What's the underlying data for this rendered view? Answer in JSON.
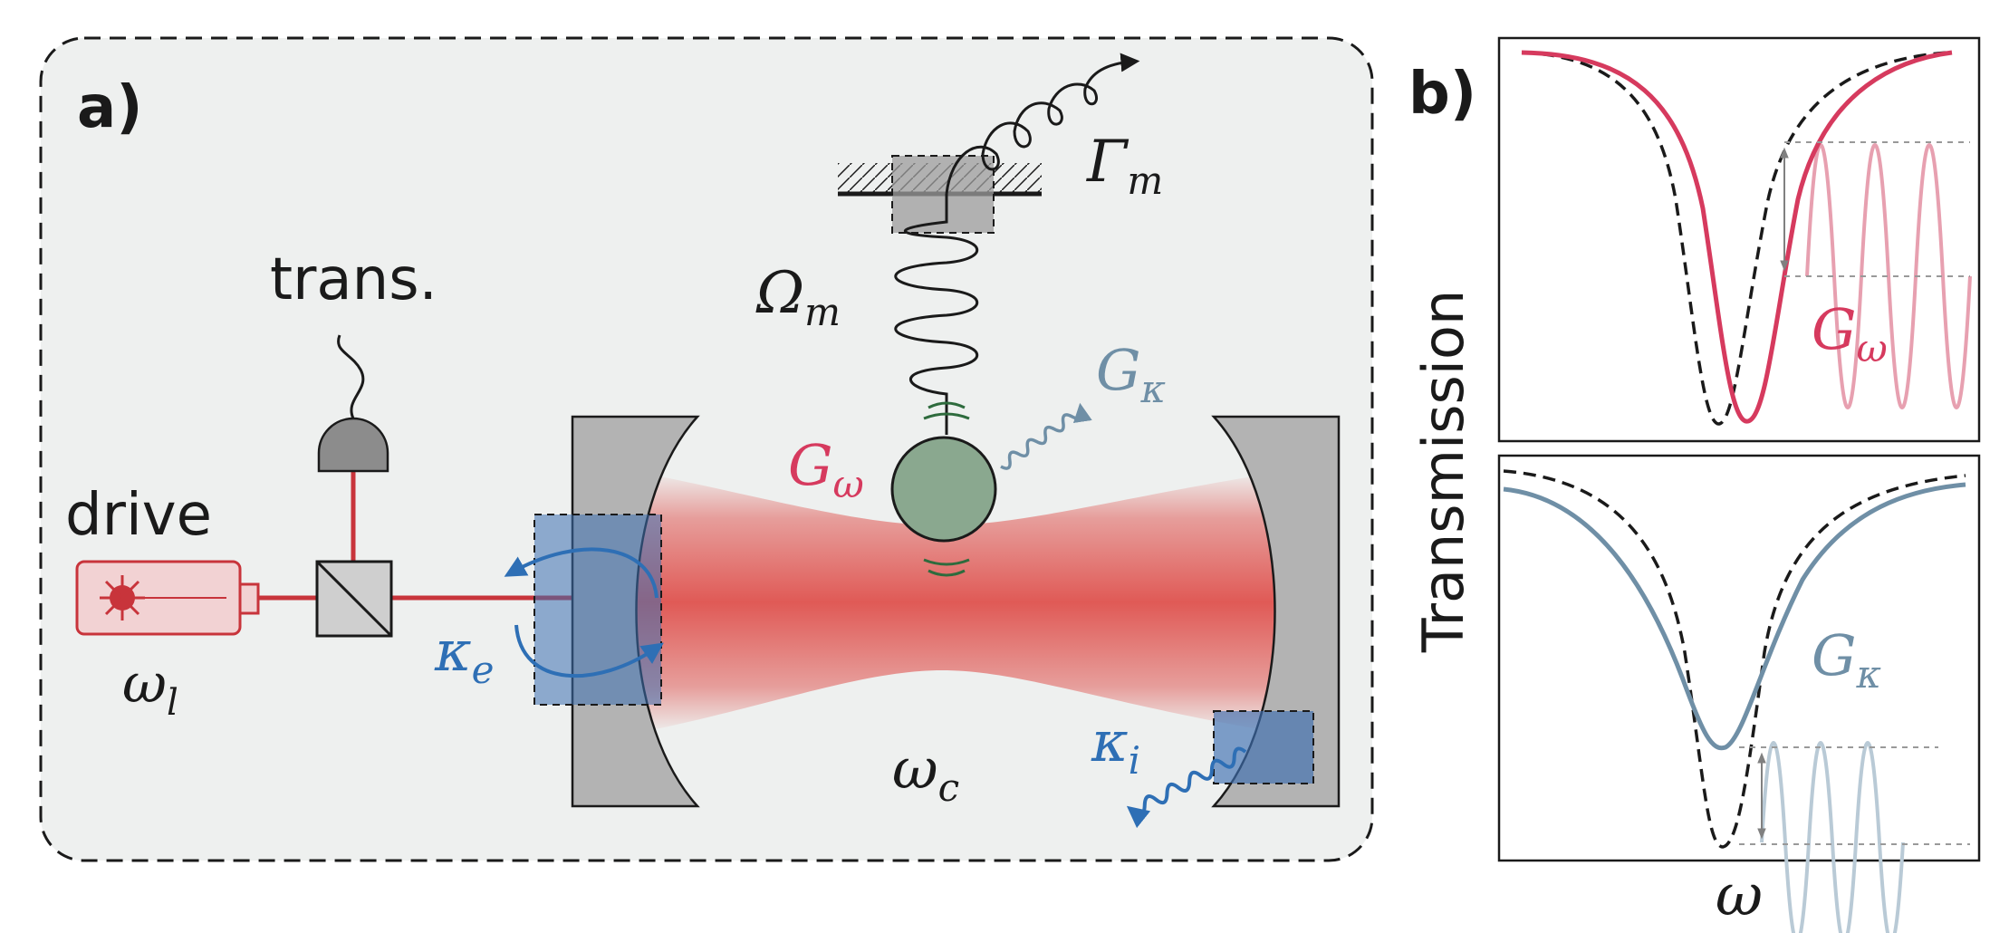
{
  "panel_a": {
    "label": "a)",
    "drive_label": "drive",
    "trans_label": "trans.",
    "omega_l": "ω",
    "omega_l_sub": "l",
    "kappa_e": "κ",
    "kappa_e_sub": "e",
    "kappa_i": "κ",
    "kappa_i_sub": "i",
    "omega_c": "ω",
    "omega_c_sub": "c",
    "Omega_m": "Ω",
    "Omega_m_sub": "m",
    "Gamma_m": "Γ",
    "Gamma_m_sub": "m",
    "G_omega": "G",
    "G_omega_sub": "ω",
    "G_kappa": "G",
    "G_kappa_sub": "κ"
  },
  "panel_b": {
    "label": "b)",
    "ylabel": "Transmission",
    "xlabel": "ω",
    "top_label": "G",
    "top_label_sub": "ω",
    "bottom_label": "G",
    "bottom_label_sub": "κ"
  },
  "colors": {
    "laser_red": "#c8343b",
    "beam_red": "#e05a56",
    "g_omega": "#d63a5e",
    "g_kappa": "#6f8fa6",
    "kappa_blue": "#2e6fb5",
    "mirror_gray": "#b3b3b3",
    "background_panel": "#eef0ef",
    "sphere_green": "#8aa88f"
  },
  "chart_data": [
    {
      "type": "line",
      "series": [
        {
          "values": "dashed lorentzian dip, reference"
        },
        {
          "values": "solid lorentzian dip, shifted in ω"
        }
      ],
      "xlabel": "",
      "ylabel": ""
    },
    {
      "type": "line",
      "series": [
        {
          "values": "dashed lorentzian dip, reference"
        },
        {
          "values": "solid lorentzian dip, broadened"
        }
      ],
      "xlabel": "ω",
      "ylabel": "Transmission"
    }
  ]
}
